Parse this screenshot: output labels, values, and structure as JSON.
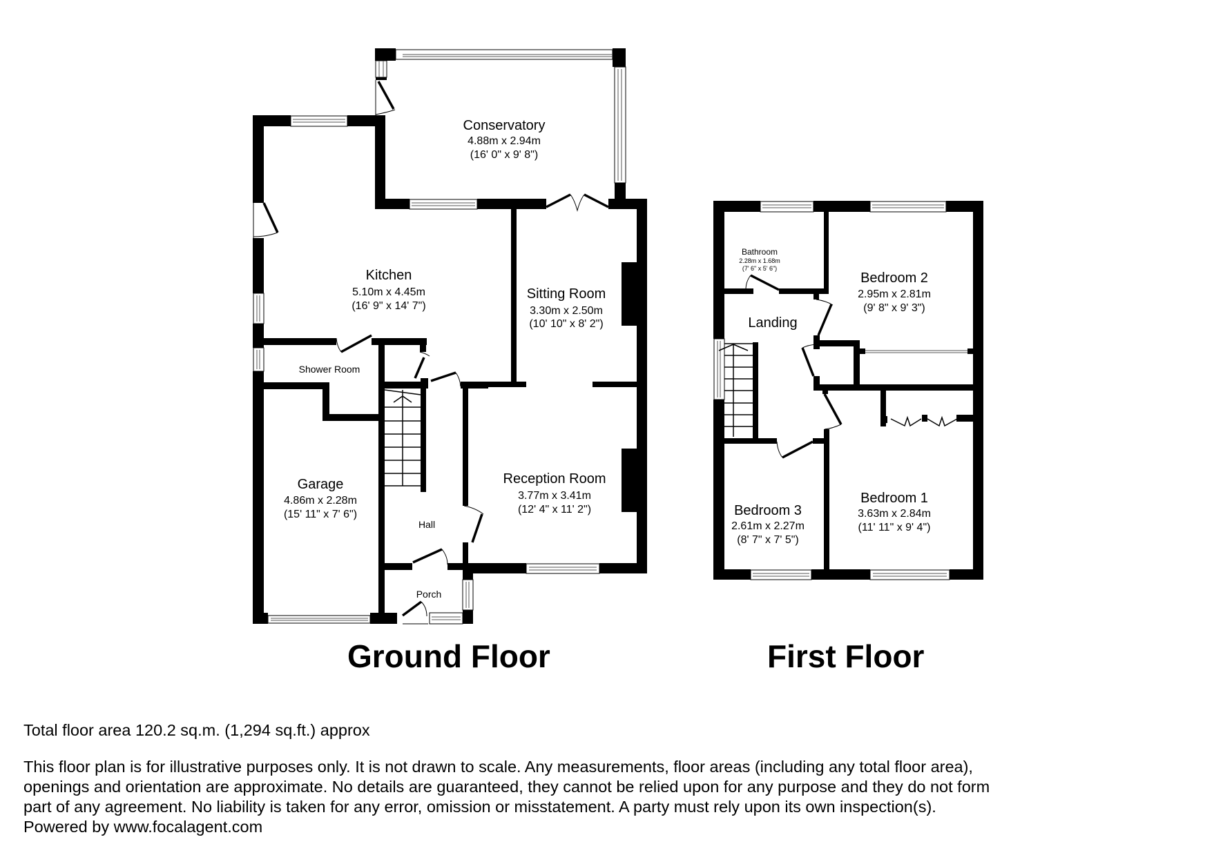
{
  "ground_floor": {
    "title": "Ground Floor",
    "rooms": {
      "conservatory": {
        "name": "Conservatory",
        "metric": "4.88m x 2.94m",
        "imperial": "(16' 0\" x 9' 8\")"
      },
      "kitchen": {
        "name": "Kitchen",
        "metric": "5.10m x 4.45m",
        "imperial": "(16' 9\" x 14' 7\")"
      },
      "sitting_room": {
        "name": "Sitting Room",
        "metric": "3.30m x 2.50m",
        "imperial": "(10' 10\" x 8' 2\")"
      },
      "shower_room": {
        "name": "Shower Room"
      },
      "reception_room": {
        "name": "Reception Room",
        "metric": "3.77m x 3.41m",
        "imperial": "(12' 4\" x 11' 2\")"
      },
      "garage": {
        "name": "Garage",
        "metric": "4.86m x 2.28m",
        "imperial": "(15' 11\" x 7' 6\")"
      },
      "hall": {
        "name": "Hall"
      },
      "porch": {
        "name": "Porch"
      }
    }
  },
  "first_floor": {
    "title": "First Floor",
    "rooms": {
      "bathroom": {
        "name": "Bathroom",
        "metric": "2.28m x 1.68m",
        "imperial": "(7' 6\" x 5' 6\")"
      },
      "bedroom2": {
        "name": "Bedroom 2",
        "metric": "2.95m x 2.81m",
        "imperial": "(9' 8\" x 9' 3\")"
      },
      "landing": {
        "name": "Landing"
      },
      "bedroom3": {
        "name": "Bedroom 3",
        "metric": "2.61m x 2.27m",
        "imperial": "(8' 7\" x 7' 5\")"
      },
      "bedroom1": {
        "name": "Bedroom 1",
        "metric": "3.63m x 2.84m",
        "imperial": "(11' 11\" x 9' 4\")"
      }
    }
  },
  "footer": {
    "total_area": "Total floor area 120.2 sq.m. (1,294 sq.ft.) approx",
    "disclaimer_lines": [
      "This floor plan is for illustrative purposes only. It is not drawn to scale. Any measurements, floor areas (including any total floor area),",
      "openings and orientation are approximate. No details are guaranteed, they cannot be relied upon for any purpose and they do not form",
      "part of any agreement. No liability is taken for any error, omission or misstatement. A party must rely upon its own inspection(s)."
    ],
    "powered_by": "Powered by www.focalagent.com"
  }
}
